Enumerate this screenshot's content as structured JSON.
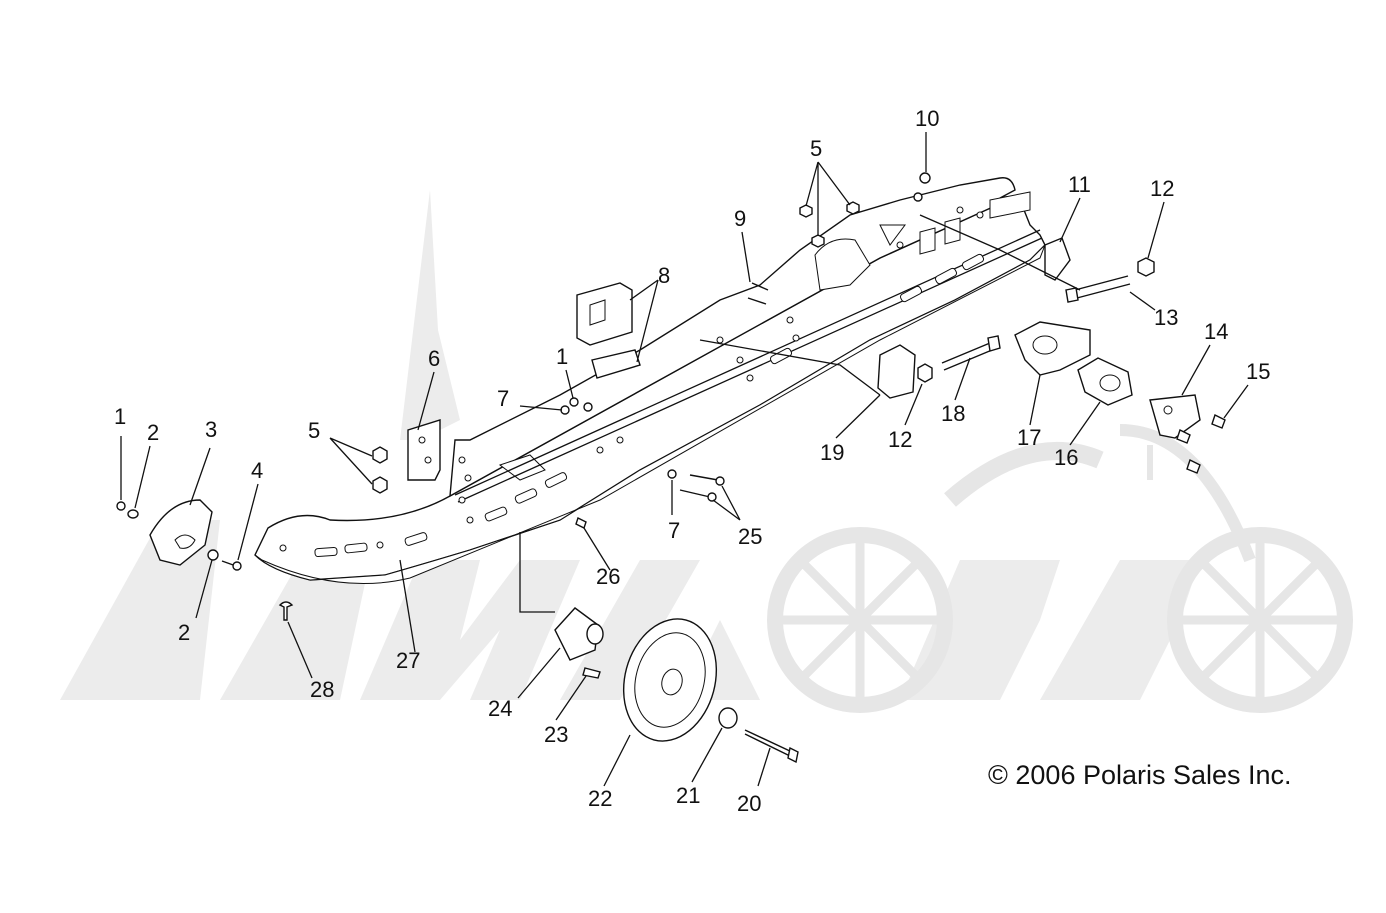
{
  "copyright": "© 2006 Polaris Sales Inc.",
  "callouts": [
    {
      "id": "c1a",
      "text": "1"
    },
    {
      "id": "c2a",
      "text": "2"
    },
    {
      "id": "c3",
      "text": "3"
    },
    {
      "id": "c4",
      "text": "4"
    },
    {
      "id": "c2b",
      "text": "2"
    },
    {
      "id": "c5a",
      "text": "5"
    },
    {
      "id": "c6",
      "text": "6"
    },
    {
      "id": "c1b",
      "text": "1"
    },
    {
      "id": "c7a",
      "text": "7"
    },
    {
      "id": "c8",
      "text": "8"
    },
    {
      "id": "c7b",
      "text": "7"
    },
    {
      "id": "c25",
      "text": "25"
    },
    {
      "id": "c26",
      "text": "26"
    },
    {
      "id": "c27",
      "text": "27"
    },
    {
      "id": "c28",
      "text": "28"
    },
    {
      "id": "c24",
      "text": "24"
    },
    {
      "id": "c23",
      "text": "23"
    },
    {
      "id": "c22",
      "text": "22"
    },
    {
      "id": "c21",
      "text": "21"
    },
    {
      "id": "c20",
      "text": "20"
    },
    {
      "id": "c9",
      "text": "9"
    },
    {
      "id": "c5b",
      "text": "5"
    },
    {
      "id": "c10",
      "text": "10"
    },
    {
      "id": "c11",
      "text": "11"
    },
    {
      "id": "c12a",
      "text": "12"
    },
    {
      "id": "c13",
      "text": "13"
    },
    {
      "id": "c14",
      "text": "14"
    },
    {
      "id": "c15",
      "text": "15"
    },
    {
      "id": "c16",
      "text": "16"
    },
    {
      "id": "c17",
      "text": "17"
    },
    {
      "id": "c18",
      "text": "18"
    },
    {
      "id": "c12b",
      "text": "12"
    },
    {
      "id": "c19",
      "text": "19"
    }
  ],
  "colors": {
    "ink": "#111111",
    "watermark": "#ececec",
    "background": "#ffffff"
  }
}
